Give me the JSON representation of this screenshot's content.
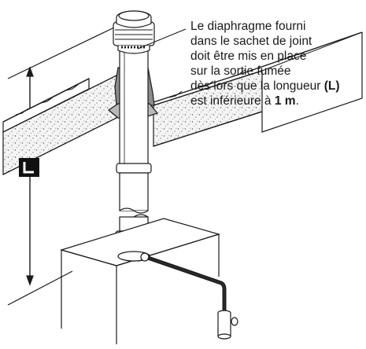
{
  "note": {
    "line1": "Le diaphragme fourni",
    "line2": "dans le sachet de joint",
    "line3": "doit être mis en place",
    "line4": "sur la sortie fumée",
    "line5_text": "dès lors que la longueur ",
    "line5_bold": "(L)",
    "line6_text": "est inférieure à ",
    "line6_bold": "1 m",
    "line6_end": "."
  },
  "dimension_label": "L",
  "colors": {
    "stroke": "#1a1a1a",
    "insulation": "#efefef",
    "flashing": "#8c8c8c",
    "hose": "#2a2a2a"
  },
  "icons": {
    "dimension_symbol": "L-shaped bracket symbol"
  }
}
